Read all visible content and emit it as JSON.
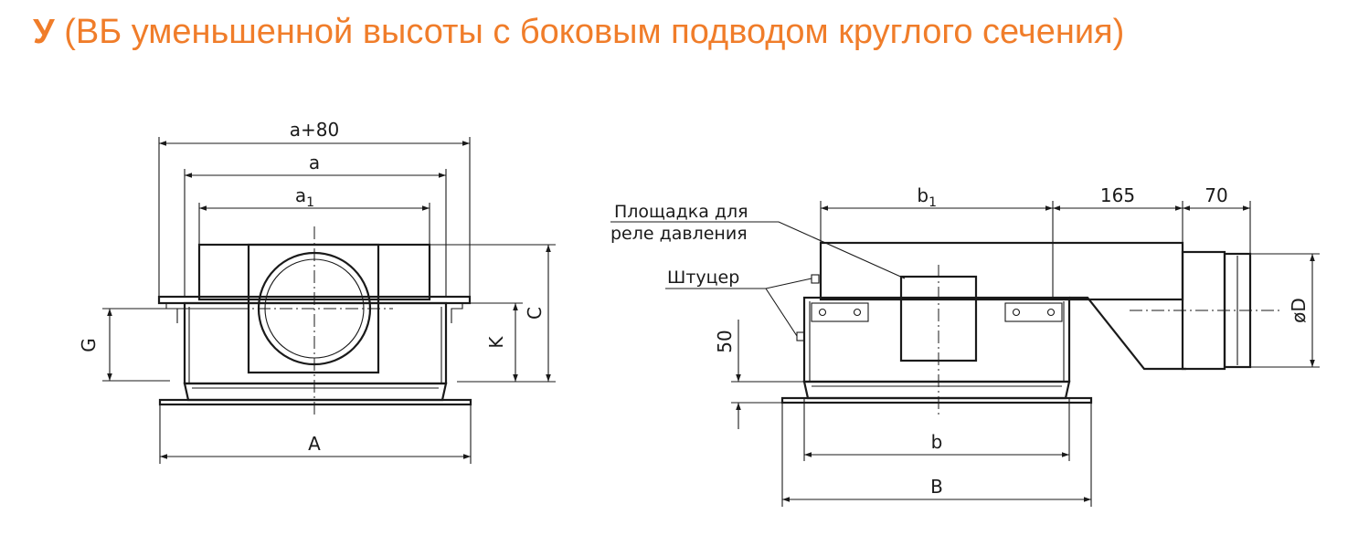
{
  "title": {
    "code": "У",
    "text": " (ВБ уменьшенной высоты с боковым подводом круглого сечения)",
    "color": "#f07d2a"
  },
  "front_view": {
    "dim_a80": "a+80",
    "dim_a": "a",
    "dim_a1_base": "a",
    "dim_a1_sub": "1",
    "dim_A": "A",
    "dim_G": "G",
    "dim_K": "K",
    "dim_C": "C"
  },
  "side_view": {
    "dim_b1_base": "b",
    "dim_b1_sub": "1",
    "dim_165": "165",
    "dim_70": "70",
    "dim_50": "50",
    "dim_b": "b",
    "dim_B": "B",
    "dim_D": "øD",
    "label_pad_line1": "Площадка для",
    "label_pad_line2": "реле давления",
    "label_fitting": "Штуцер"
  }
}
